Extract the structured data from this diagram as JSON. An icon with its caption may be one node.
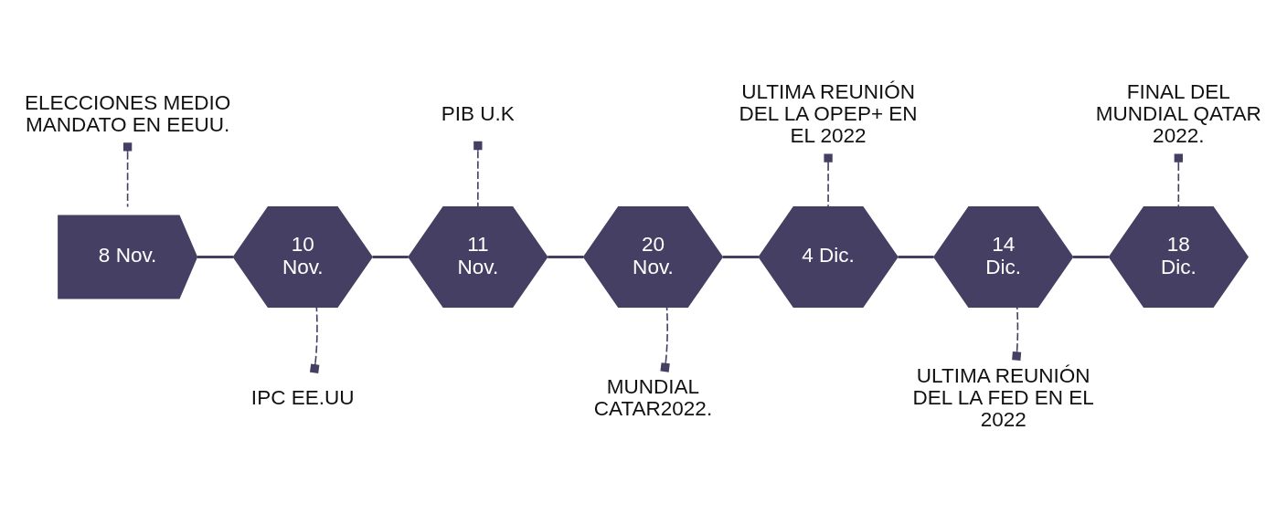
{
  "diagram": {
    "nodes": [
      {
        "text": [
          "ELECCIONES MEDIO MANDATO EN EEUU."
        ]
      },
      {
        "text": [
          "PIB U.K"
        ]
      },
      {
        "text": [
          "ULTIMA REUNIÓN DEL LA OPEP+ EN EL 2022"
        ]
      },
      {
        "text": [
          "FINAL DEL MUNDIAL QATAR 2022."
        ]
      },
      {
        "text": [
          "8 Nov."
        ]
      },
      {
        "text": [
          "10 Nov."
        ]
      },
      {
        "text": [
          "11 Nov."
        ]
      },
      {
        "text": [
          "20 Nov."
        ]
      },
      {
        "text": [
          "4 Dic."
        ]
      },
      {
        "text": [
          "14 Dic."
        ]
      },
      {
        "text": [
          "18 Dic."
        ]
      },
      {
        "text": [
          "IPC EE.UU"
        ]
      },
      {
        "text": [
          "MUNDIAL CATAR2022."
        ]
      },
      {
        "text": [
          "ULTIMA REUNIÓN DEL LA FED EN EL 2022"
        ]
      }
    ],
    "edges": [
      {
        "from": 4,
        "to": 5,
        "arrow": "none"
      },
      {
        "from": 5,
        "to": 6,
        "arrow": "none"
      },
      {
        "from": 6,
        "to": 7,
        "arrow": "none"
      },
      {
        "from": 7,
        "to": 8,
        "arrow": "none"
      },
      {
        "from": 8,
        "to": 9,
        "arrow": "none"
      },
      {
        "from": 9,
        "to": 10,
        "arrow": "none"
      },
      {
        "from": 0,
        "to": 4,
        "arrow": "other",
        "style": "dashed"
      },
      {
        "from": 1,
        "to": 6,
        "arrow": "other",
        "style": "dashed"
      },
      {
        "from": 2,
        "to": 8,
        "arrow": "other",
        "style": "dashed"
      },
      {
        "from": 3,
        "to": 10,
        "arrow": "other",
        "style": "dashed"
      },
      {
        "from": 11,
        "to": 5,
        "arrow": "other",
        "style": "dashed"
      },
      {
        "from": 12,
        "to": 7,
        "arrow": "other",
        "style": "dashed"
      },
      {
        "from": 13,
        "to": 9,
        "arrow": "other",
        "style": "dashed"
      }
    ]
  }
}
